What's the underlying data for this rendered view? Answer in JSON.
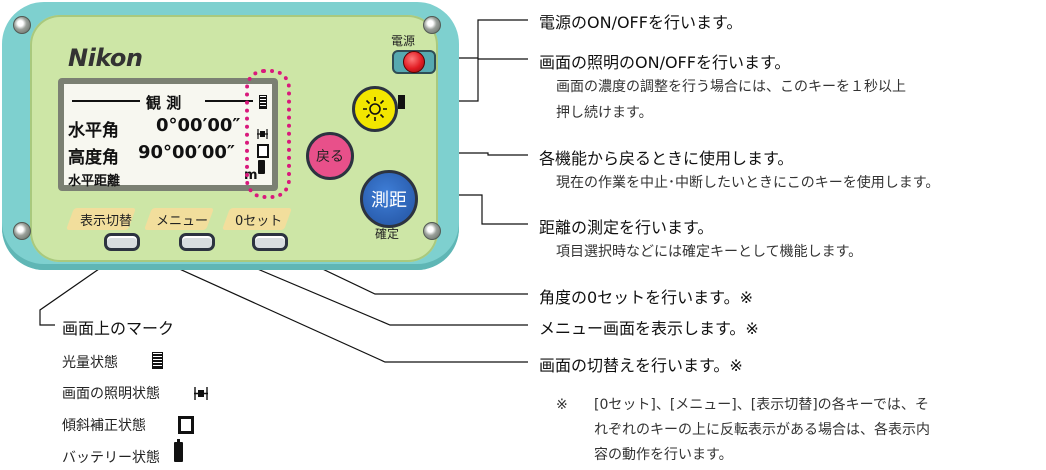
{
  "device": {
    "logo": "Nikon",
    "power_label": "電源",
    "back_key": "戻る",
    "measure_key": "測距",
    "confirm_label": "確定",
    "softkeys": [
      "表示切替",
      "メニュー",
      "0セット"
    ]
  },
  "lcd": {
    "title": "観 測",
    "rows": [
      {
        "label": "水平角",
        "value": "0°00′00″"
      },
      {
        "label": "高度角",
        "value": "90°00′00″"
      },
      {
        "label": "水平距離",
        "value": ""
      }
    ],
    "distance_glyph": "m"
  },
  "callouts": {
    "power": "電源のON/OFFを行います。",
    "light": "画面の照明のON/OFFを行います。",
    "light_note_1": "画面の濃度の調整を行う場合には、このキーを１秒以上",
    "light_note_2": "押し続けます。",
    "back": "各機能から戻るときに使用します。",
    "back_note": "現在の作業を中止･中断したいときにこのキーを使用します。",
    "measure": "距離の測定を行います。",
    "measure_note": "項目選択時などには確定キーとして機能します。",
    "zero": "角度の0セットを行います。※",
    "menu": "メニュー画面を表示します。※",
    "display": "画面の切替えを行います。※",
    "footnote_mark": "※",
    "footnote_1": "[0セット]、[メニュー]、[表示切替]の各キーでは、そ",
    "footnote_2": "れぞれのキーの上に反転表示がある場合は、各表示内",
    "footnote_3": "容の動作を行います。"
  },
  "marks": {
    "title": "画面上のマーク",
    "items": [
      "光量状態",
      "画面の照明状態",
      "傾斜補正状態",
      "バッテリー状態"
    ]
  },
  "colors": {
    "device_body": "#7ed0cf",
    "panel": "#cde6a6",
    "highlight": "#d9197c",
    "back_key": "#e8508a",
    "measure_key": "#2b5fb0",
    "light_key": "#f3e600",
    "power_led": "#e11b22"
  }
}
